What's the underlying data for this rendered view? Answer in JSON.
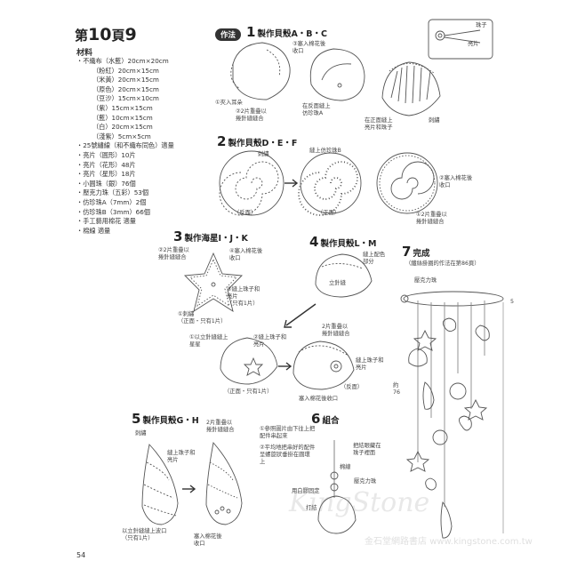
{
  "header": {
    "prefix": "第",
    "number1": "10",
    "mid": "頁",
    "number2": "9"
  },
  "materials": {
    "title": "材料",
    "items": [
      "・不織布（水藍）20cm×20cm",
      "　　　（粉紅）20cm×15cm",
      "　　　（米黃）20cm×15cm",
      "　　　（原色）20cm×15cm",
      "　　　（豆沙）15cm×10cm",
      "　　　（紫）15cm×15cm",
      "　　　（藍）10cm×15cm",
      "　　　（白）20cm×15cm",
      "　　　（淺紫）5cm×5cm",
      "・25號繡線（和不織布同色）適量",
      "・亮片（圓形）10片",
      "・亮片（花形）48片",
      "・亮片（星形）18片",
      "・小圓珠（銀）76個",
      "・壓克力珠（五彩）53個",
      "・仿珍珠A（7mm）2個",
      "・仿珍珠B（3mm）66個",
      "・手工藝用棉花 適量",
      "・棉線 適量"
    ]
  },
  "method_badge": "作法",
  "steps": {
    "s1": {
      "num": "1",
      "title": "製作貝殼A・B・C"
    },
    "s2": {
      "num": "2",
      "title": "製作貝殼D・E・F"
    },
    "s3": {
      "num": "3",
      "title": "製作海星I・J・K"
    },
    "s4": {
      "num": "4",
      "title": "製作貝殼L・M"
    },
    "s5": {
      "num": "5",
      "title": "製作貝殼G・H"
    },
    "s6": {
      "num": "6",
      "title": "組合"
    },
    "s7": {
      "num": "7",
      "title": "完成"
    }
  },
  "labels": {
    "a1": "①夾入耳朵",
    "a2": "②2片重疊以",
    "a2b": "捲針縫縫合",
    "a3": "③塞入棉花後",
    "a3b": "收口",
    "a4": "在反面縫上",
    "a4b": "仿珍珠A",
    "a5": "在正面縫上",
    "a5b": "亮片和珠子",
    "a6": "刺繡",
    "a7": "珠子",
    "a8": "亮片",
    "b1": "刺繡",
    "b2": "縫上仿珍珠B",
    "b3": "（反面）",
    "b4": "（正面）",
    "b5": "②塞入棉花後",
    "b5b": "收口",
    "b6": "①2片重疊以",
    "b6b": "捲針縫縫合",
    "c1": "②2片重疊以",
    "c1b": "捲針縫縫合",
    "c2": "④塞入棉花後",
    "c2b": "收口",
    "c3": "③縫上珠子和",
    "c3b": "亮片",
    "c3c": "（只有1片）",
    "c4": "①刺繡",
    "c4b": "（正面・只有1片）",
    "d1": "縫上配色",
    "d1b": "部分",
    "d2": "立針縫",
    "d3": "2片重疊以",
    "d3b": "捲針縫縫合",
    "d4": "①以立針縫縫上",
    "d4b": "星星",
    "d5": "②縫上珠子和",
    "d5b": "亮片",
    "d6": "縫上珠子和",
    "d6b": "亮片",
    "d7": "（正面・只有1片）",
    "d8": "（反面）",
    "d9": "塞入棉花後收口",
    "e1": "刺繡",
    "e2": "縫上珠子和",
    "e2b": "亮片",
    "e3": "2片重疊以",
    "e3b": "捲針縫縫合",
    "e4": "以立針縫縫上波口",
    "e4b": "（只有1片）",
    "e5": "塞入棉花後",
    "e5b": "收口",
    "f1": "①參照圖片由下往上把",
    "f1b": "配件串起來",
    "f2": "②平均地把串好的配件",
    "f2b": "呈螺旋狀垂掛在圓環",
    "f2c": "上",
    "f3": "把結眼藏在",
    "f3b": "珠子裡面",
    "f4": "棉線",
    "f5": "壓克力珠",
    "f6": "用白膠固定",
    "f7": "打結",
    "g1": "（纖絲掛圈的作法在第86頁）",
    "g2": "壓克力珠",
    "g3": "5",
    "g4": "約",
    "g5": "76"
  },
  "watermark": "KingStone",
  "watermark2": "金石堂網路書店",
  "watermark3": "www.kingstone.com.tw",
  "page_number": "54"
}
